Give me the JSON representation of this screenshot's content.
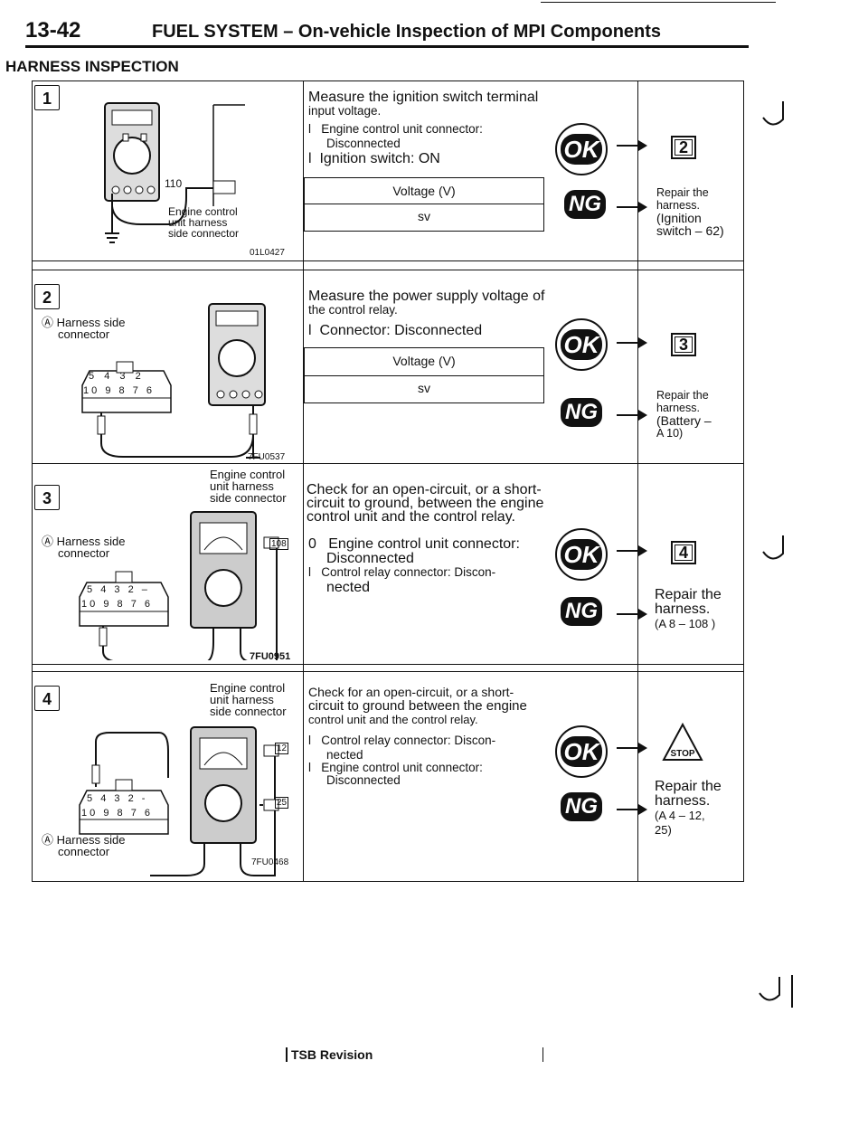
{
  "header": {
    "page_number": "13-42",
    "title": "FUEL SYSTEM – On-vehicle Inspection of MPI Components"
  },
  "section_title": "HARNESS INSPECTION",
  "steps": [
    {
      "num": "1",
      "fig_labels": [
        "Engine control",
        "unit harness",
        "side connector"
      ],
      "fig_code": "01L0427",
      "terminal_tag": "110",
      "text_lines": [
        "Measure the ignition switch terminal",
        "input voltage."
      ],
      "conditions": [
        {
          "bullet": "l",
          "text": "Engine control unit connector:",
          "text2": "Disconnected"
        },
        {
          "bullet": "l",
          "text": "Ignition switch: ON",
          "text2": ""
        }
      ],
      "voltage_header": "Voltage (V)",
      "voltage_value": "sv",
      "ok_label": "OK",
      "ng_label": "NG",
      "ok_target": "2",
      "ng_result": [
        "Repair the",
        "harness.",
        "(Ignition",
        "switch – 62)"
      ]
    },
    {
      "num": "2",
      "fig_labels": [
        "Harness side",
        "connector"
      ],
      "fig_code": "7FU0537",
      "pins_top": [
        "5",
        "4",
        "3",
        "2"
      ],
      "pins_bottom": [
        "10",
        "9",
        "8",
        "7",
        "6"
      ],
      "text_lines": [
        "Measure the power supply voltage of",
        "the control relay."
      ],
      "conditions": [
        {
          "bullet": "l",
          "text": "Connector: Disconnected",
          "text2": ""
        }
      ],
      "voltage_header": "Voltage (V)",
      "voltage_value": "sv",
      "ok_label": "OK",
      "ng_label": "NG",
      "ok_target": "3",
      "ng_result": [
        "Repair the",
        "harness.",
        "(Battery –",
        "A 10)"
      ]
    },
    {
      "num": "3",
      "fig_labels_top": [
        "Engine control",
        "unit harness",
        "side connector"
      ],
      "fig_labels": [
        "Harness side",
        "connector"
      ],
      "fig_code": "7FU0951",
      "terminal_tag": "108",
      "pins_top": [
        "5",
        "4",
        "3",
        "2",
        "–"
      ],
      "pins_bottom": [
        "10",
        "9",
        "8",
        "7",
        "6"
      ],
      "text_lines": [
        "Check for an open-circuit, or a short-",
        "circuit to ground, between the engine",
        "control unit and the control relay."
      ],
      "conditions": [
        {
          "bullet": "0",
          "text": "Engine control unit connector:",
          "text2": "Disconnected"
        },
        {
          "bullet": "l",
          "text": "Control relay connector: Discon-",
          "text2": "nected"
        }
      ],
      "ok_label": "OK",
      "ng_label": "NG",
      "ok_target": "4",
      "ng_result": [
        "Repair the",
        "harness.",
        "(A 8 – 108 )"
      ]
    },
    {
      "num": "4",
      "fig_labels_top": [
        "Engine control",
        "unit harness",
        "side connector"
      ],
      "fig_labels": [
        "Harness side",
        "connector"
      ],
      "fig_code": "7FU0468",
      "terminal_tags": [
        "12",
        "25"
      ],
      "pins_top": [
        "5",
        "4",
        "3",
        "2",
        "-"
      ],
      "pins_bottom": [
        "10",
        "9",
        "8",
        "7",
        "6"
      ],
      "text_lines": [
        "Check for an open-circuit, or a short-",
        "circuit to ground between the engine",
        "control unit and the control relay."
      ],
      "conditions": [
        {
          "bullet": "l",
          "text": "Control relay connector: Discon-",
          "text2": "nected"
        },
        {
          "bullet": "l",
          "text": "Engine control unit connector:",
          "text2": "Disconnected"
        }
      ],
      "ok_label": "OK",
      "ng_label": "NG",
      "ok_target": "STOP",
      "ng_result": [
        "Repair the",
        "harness.",
        "(A 4 – 12,",
        "25)"
      ]
    }
  ],
  "footer": "TSB Revision",
  "colors": {
    "ink": "#111111",
    "paper": "#ffffff",
    "meter_screen": "#dcdcdc"
  }
}
